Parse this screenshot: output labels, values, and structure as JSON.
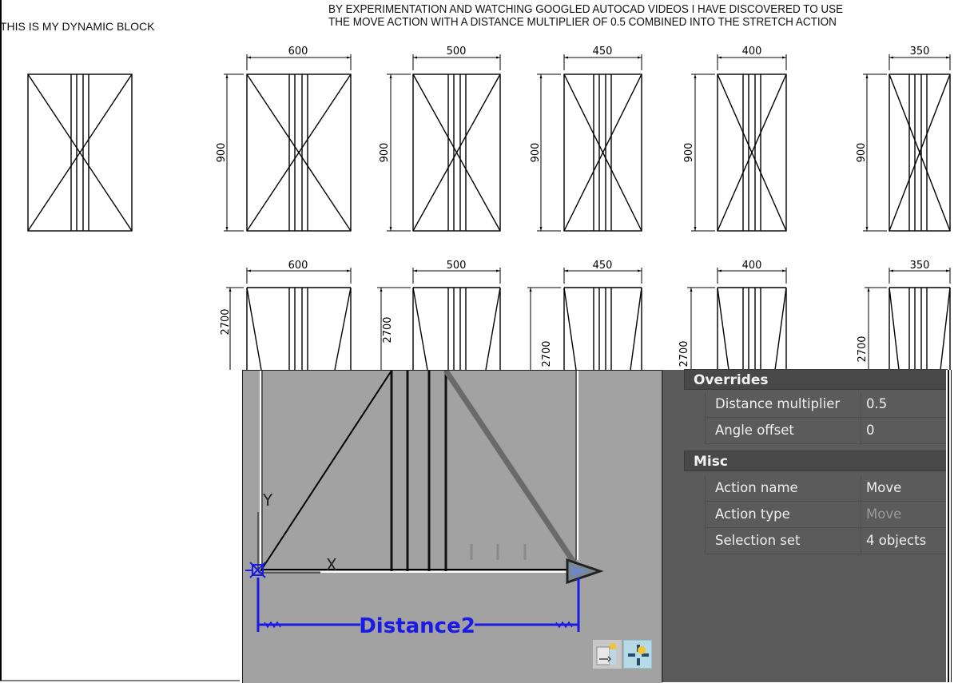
{
  "captions": {
    "left": "THIS IS MY DYNAMIC BLOCK",
    "right_line1": "BY EXPERIMENTATION AND WATCHING GOOGLED AUTOCAD VIDEOS I HAVE DISCOVERED TO USE",
    "right_line2": "THE MOVE ACTION WITH A DISTANCE MULTIPLIER OF 0.5 COMBINED INTO THE STRETCH ACTION"
  },
  "drawing": {
    "row1": {
      "height_label": "900",
      "widths": [
        "600",
        "500",
        "450",
        "400",
        "350"
      ]
    },
    "row2": {
      "height_label": "2700",
      "widths": [
        "600",
        "500",
        "450",
        "400",
        "350"
      ]
    }
  },
  "viewport": {
    "parameter_label": "Distance2",
    "ucs_x": "X",
    "ucs_y": "Y",
    "colors": {
      "background": "#a2a2a2",
      "parameter": "#1a1ae6"
    },
    "buttons": [
      {
        "name": "action-bar-button-1"
      },
      {
        "name": "move-action-button"
      }
    ]
  },
  "properties": {
    "sections": [
      {
        "title": "Overrides",
        "rows": [
          {
            "key": "Distance multiplier",
            "value": "0.5"
          },
          {
            "key": "Angle offset",
            "value": "0"
          }
        ]
      },
      {
        "title": "Misc",
        "rows": [
          {
            "key": "Action name",
            "value": "Move"
          },
          {
            "key": "Action type",
            "value": "Move",
            "disabled": true
          },
          {
            "key": "Selection set",
            "value": "4 objects"
          }
        ]
      }
    ]
  }
}
